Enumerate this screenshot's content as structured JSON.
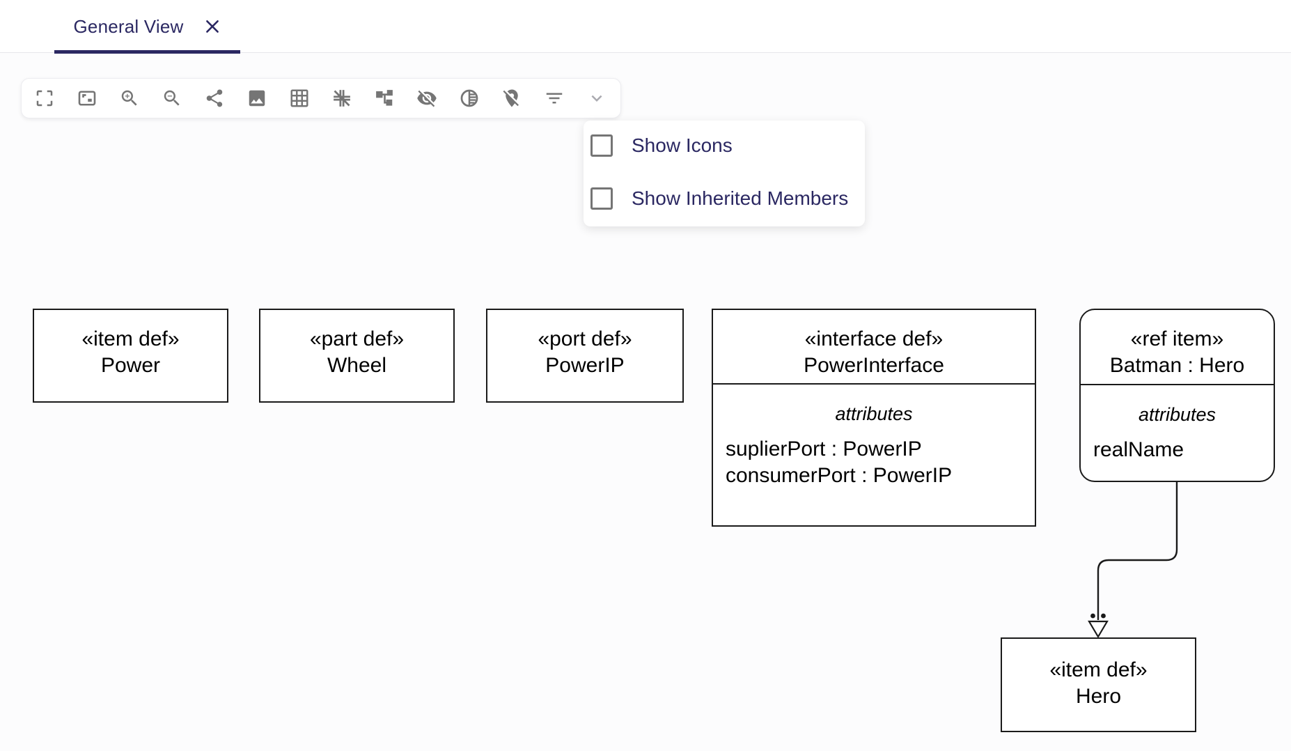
{
  "tab": {
    "label": "General View"
  },
  "toolbar": {
    "buttons": [
      {
        "icon": "fullscreen"
      },
      {
        "icon": "fit-screen"
      },
      {
        "icon": "zoom-in"
      },
      {
        "icon": "zoom-out"
      },
      {
        "icon": "share"
      },
      {
        "icon": "image"
      },
      {
        "icon": "grid"
      },
      {
        "icon": "crossings-off"
      },
      {
        "icon": "hierarchy"
      },
      {
        "icon": "visibility-off"
      },
      {
        "icon": "tonality"
      },
      {
        "icon": "location-off"
      },
      {
        "icon": "filter"
      },
      {
        "icon": "expand-menu"
      }
    ]
  },
  "menu": {
    "items": [
      {
        "label": "Show Icons",
        "checked": false
      },
      {
        "label": "Show Inherited Members",
        "checked": false
      }
    ]
  },
  "diagram": {
    "nodes": [
      {
        "stereotype": "«item def»",
        "name": "Power"
      },
      {
        "stereotype": "«part def»",
        "name": "Wheel"
      },
      {
        "stereotype": "«port def»",
        "name": "PowerIP"
      },
      {
        "stereotype": "«interface def»",
        "name": "PowerInterface",
        "compartment_label": "attributes",
        "attributes": [
          "suplierPort : PowerIP",
          "consumerPort : PowerIP"
        ]
      },
      {
        "stereotype": "«ref item»",
        "name": "Batman : Hero",
        "compartment_label": "attributes",
        "attributes": [
          "realName"
        ]
      },
      {
        "stereotype": "«item def»",
        "name": "Hero"
      }
    ],
    "edges": [
      {
        "source": "Batman : Hero",
        "target": "Hero",
        "marker": "open-triangle-colon-dots"
      }
    ]
  },
  "colors": {
    "accent": "#2b2862",
    "icon_gray": "#757575",
    "node_border": "#1a1a1a",
    "node_fill": "#ffffff"
  }
}
